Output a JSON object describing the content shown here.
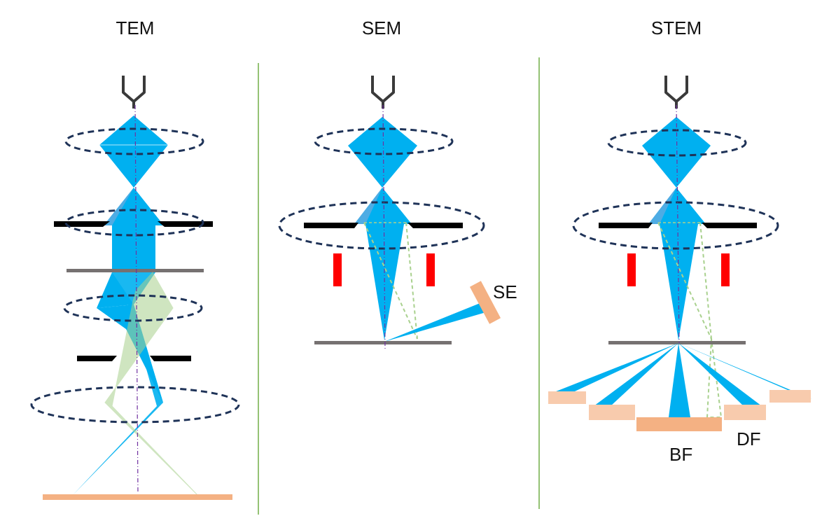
{
  "panels": [
    {
      "id": "tem",
      "title": "TEM"
    },
    {
      "id": "sem",
      "title": "SEM"
    },
    {
      "id": "stem",
      "title": "STEM"
    }
  ],
  "detector_labels": {
    "se": "SE",
    "bf": "BF",
    "df": "DF"
  },
  "colors": {
    "beam": "#00b0f0",
    "scattered_beam": "#a9d18e",
    "lens_ellipse": "#1f3358",
    "aperture": "#000000",
    "specimen": "#767171",
    "screen_detector": "#f4b183",
    "df_detector": "#f8cbad",
    "scan_coils": "#ff0000",
    "optic_axis": "#7030a0",
    "divider": "#70ad47"
  },
  "icons": [
    "electron-gun-icon"
  ]
}
